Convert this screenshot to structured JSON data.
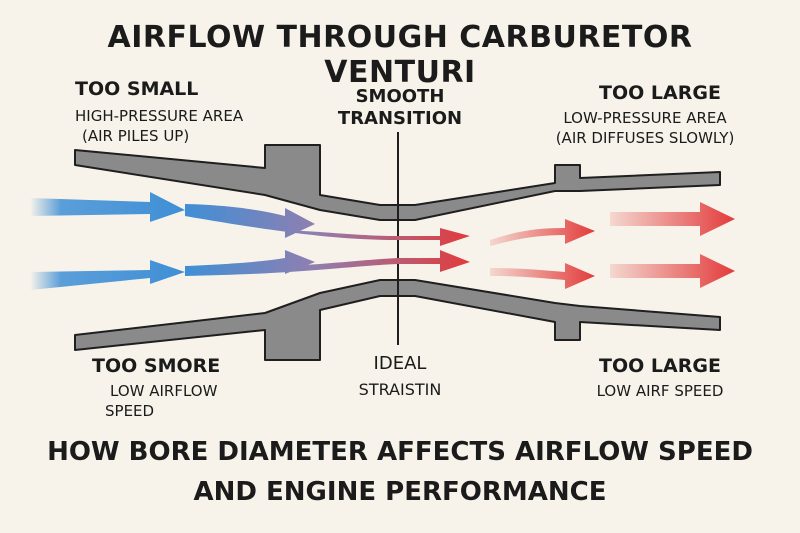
{
  "title": "AIRFLOW THROUGH CARBURETOR VENTURI",
  "labels": {
    "top_left": {
      "heading": "TOO SMALL",
      "line1": "HIGH-PRESSURE AREA",
      "line2": "(AIR PILES UP)"
    },
    "top_center": {
      "line1": "SMOOTH",
      "line2": "TRANSITION"
    },
    "top_right": {
      "heading": "TOO LARGE",
      "line1": "LOW-PRESSURE AREA",
      "line2": "(AIR DIFFUSES SLOWLY)"
    },
    "bottom_left": {
      "heading": "TOO SMORE",
      "line1": "LOW AIRFLOW",
      "line2": "SPEED"
    },
    "bottom_center": {
      "line1": "IDEAL",
      "line2": "STRAISTIN"
    },
    "bottom_right": {
      "heading": "TOO LARGE",
      "line1": "LOW AIRF SPEED"
    }
  },
  "footer": {
    "line1": "HOW BORE DIAMETER AFFECTS AIRFLOW SPEED",
    "line2": "AND ENGINE PERFORMANCE"
  },
  "colors": {
    "background": "#f7f3ea",
    "wall": "#8a8a8a",
    "wall_outline": "#1f1f1f",
    "flow_cold": "#3f8fd6",
    "flow_hot": "#e23b3b"
  }
}
